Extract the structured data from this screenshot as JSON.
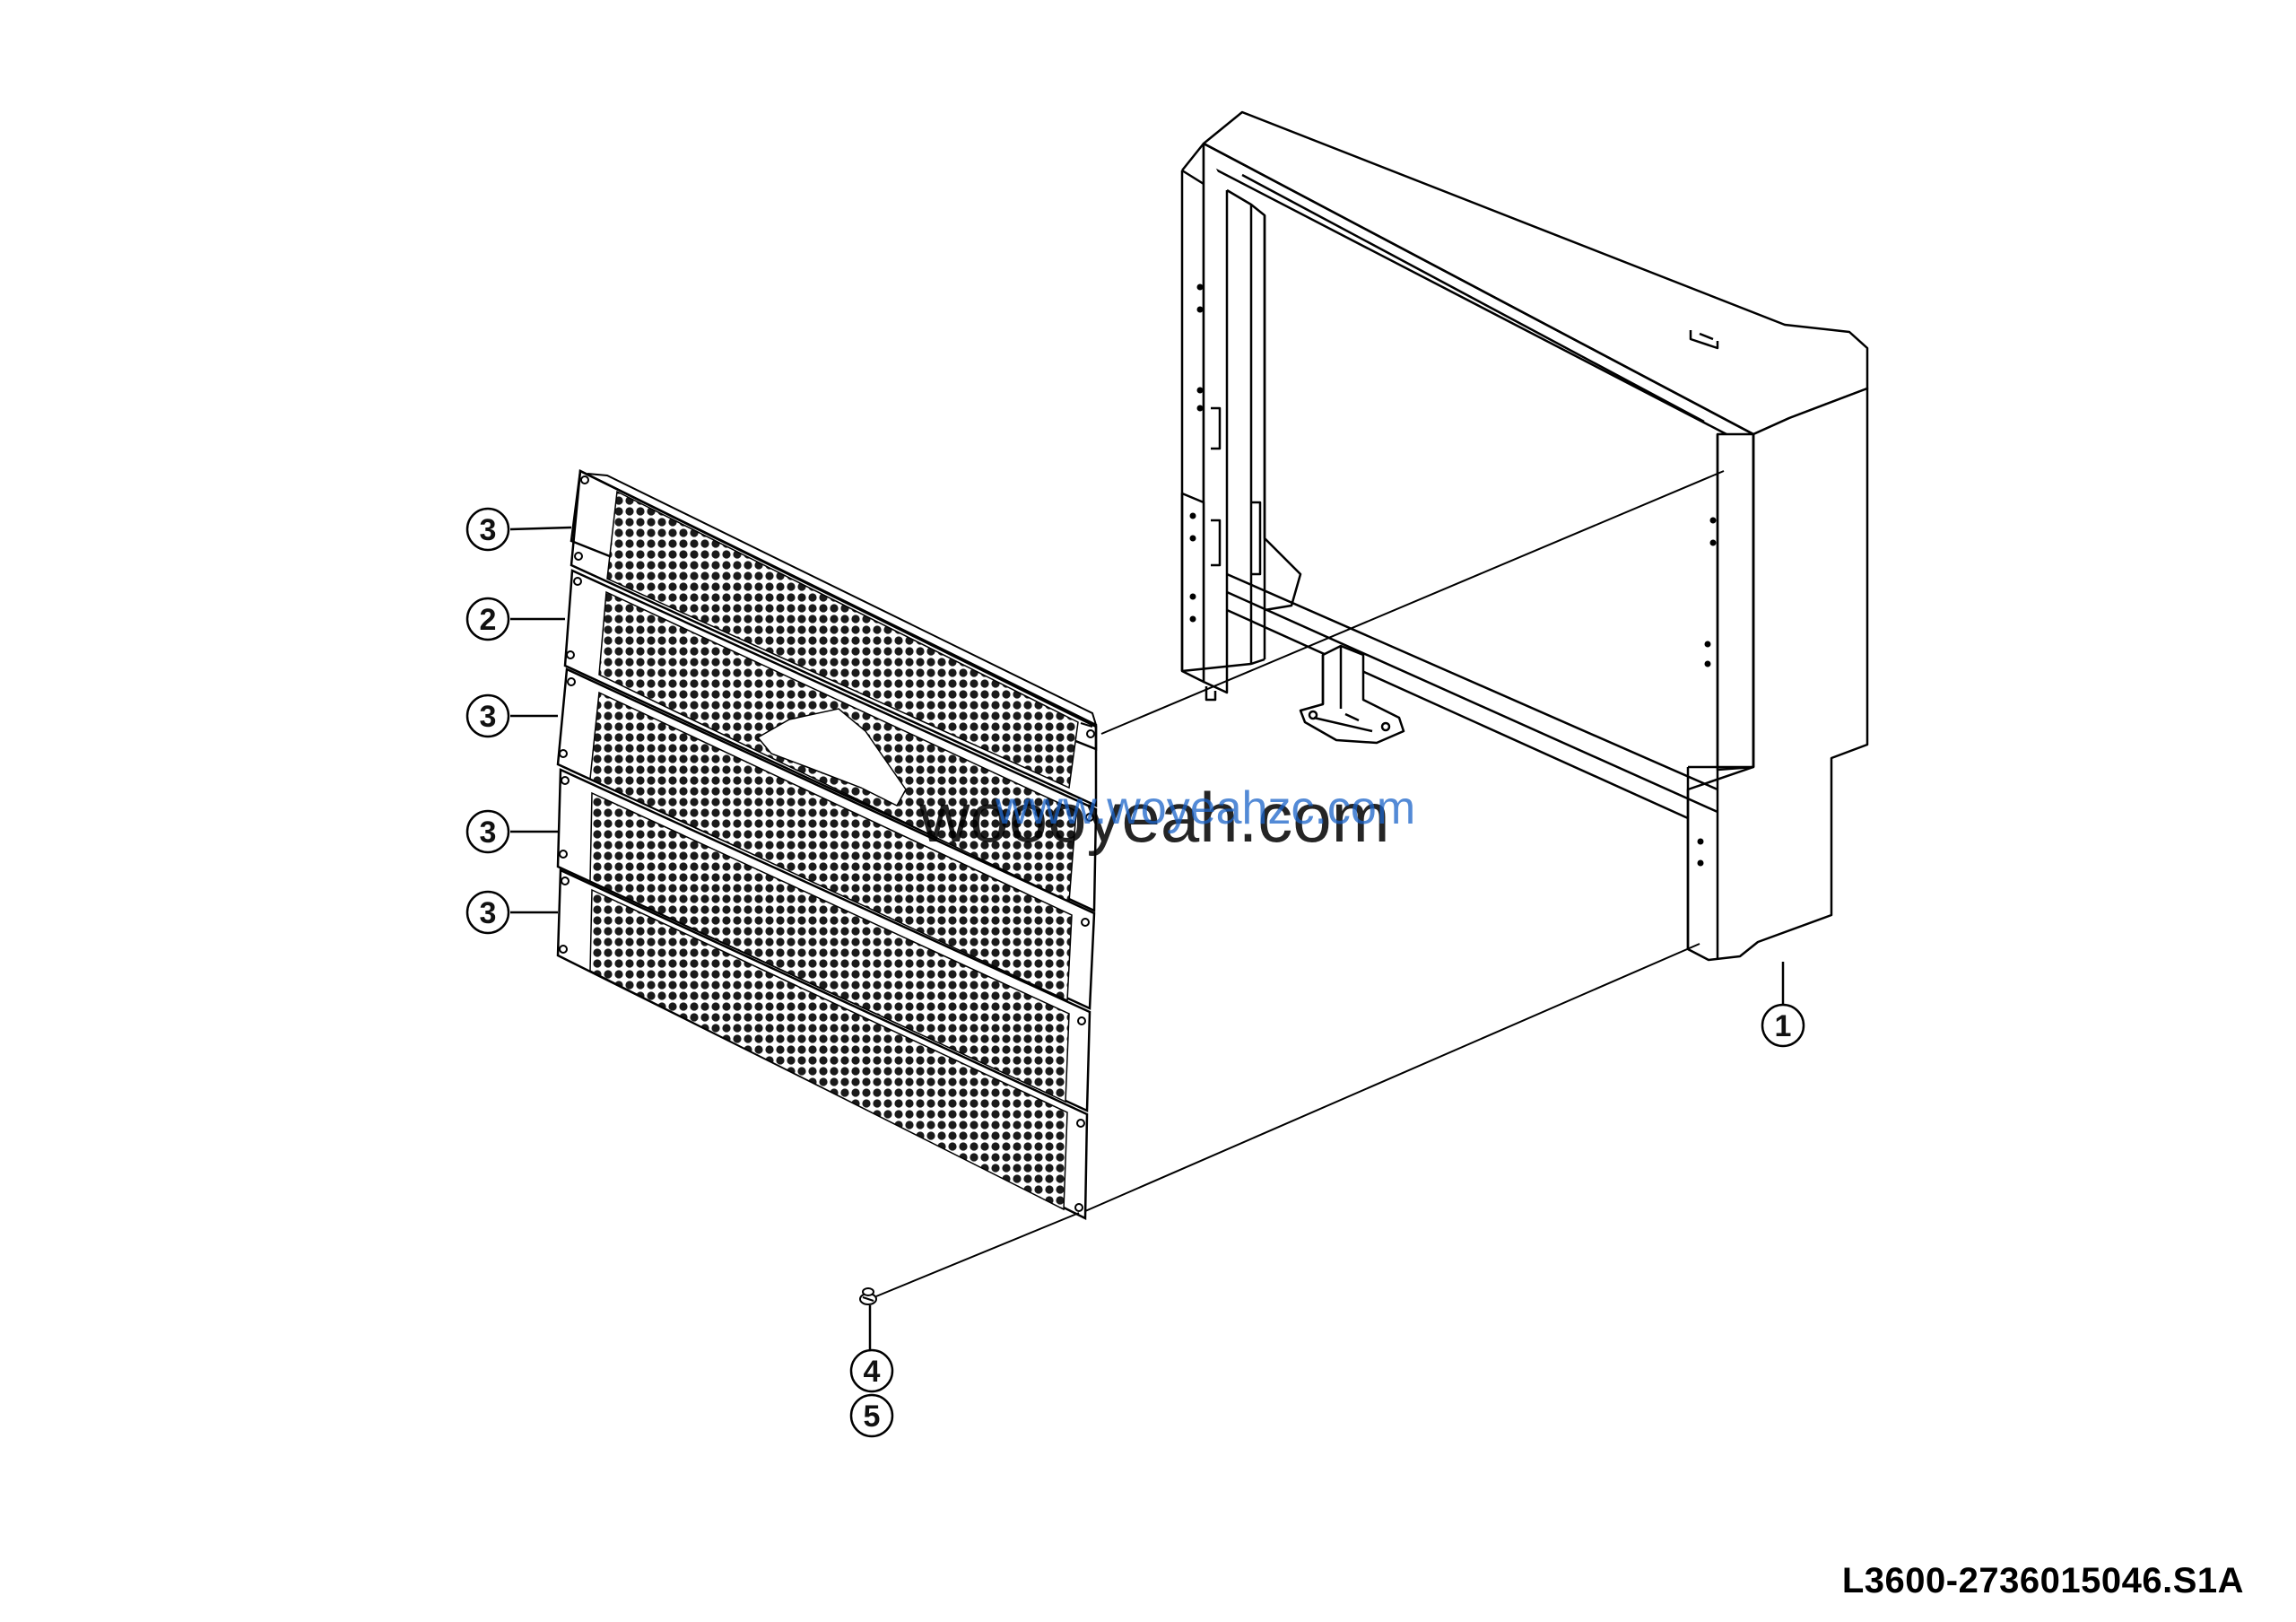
{
  "diagram": {
    "callouts": {
      "item_1": "1",
      "item_2": "2",
      "item_3a": "3",
      "item_3b": "3",
      "item_3c": "3",
      "item_3d": "3",
      "item_4": "4",
      "item_5": "5"
    },
    "watermark": {
      "primary": "woooyeah.com",
      "secondary": "www.woyeahzc.com"
    },
    "drawing_code": "L3600-2736015046.S1A",
    "colors": {
      "line": "#000000",
      "mesh": "#1a1a1a",
      "watermark_primary": "#000000",
      "watermark_secondary": "#1a63c9",
      "background": "#ffffff"
    }
  }
}
